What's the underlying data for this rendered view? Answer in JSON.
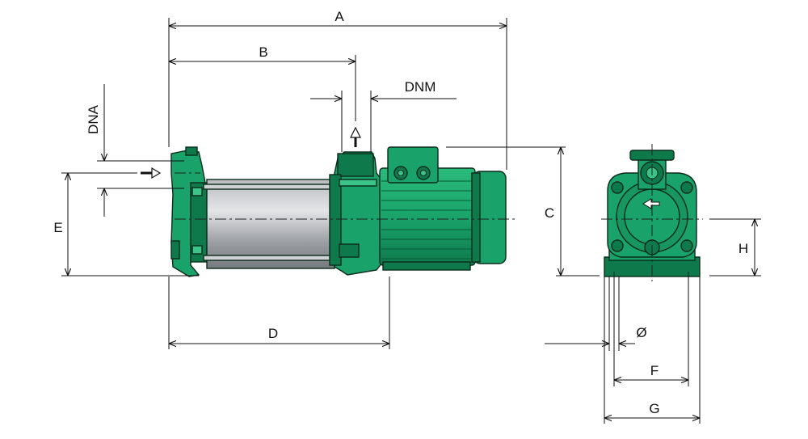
{
  "colors": {
    "pump_green": "#19a36a",
    "pump_dark": "#0e7a4c",
    "pump_light": "#3cc488",
    "steel_gray": "#8e9196",
    "steel_light": "#c9cbcf",
    "line": "#111111"
  },
  "dimensions": {
    "A": "A",
    "B": "B",
    "DNM": "DNM",
    "DNA": "DNA",
    "C": "C",
    "D": "D",
    "E": "E",
    "H": "H",
    "diameter": "Ø",
    "F": "F",
    "G": "G"
  }
}
